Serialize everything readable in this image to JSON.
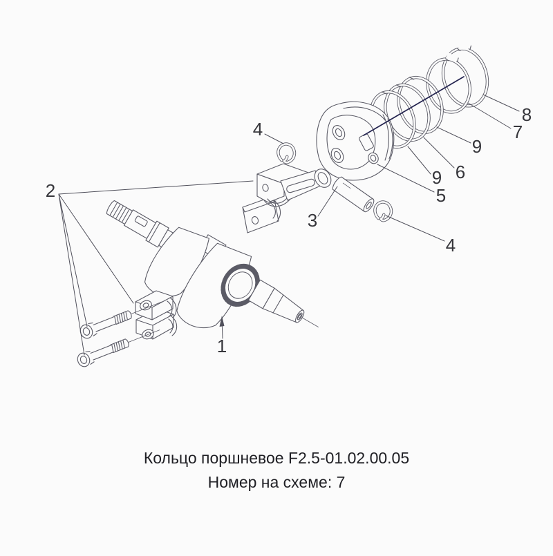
{
  "caption": {
    "line1": "Кольцо поршневое F2.5-01.02.00.05",
    "line2": "Номер на схеме: 7"
  },
  "callouts": {
    "c1": "1",
    "c2": "2",
    "c3": "3",
    "c4a": "4",
    "c4b": "4",
    "c5": "5",
    "c6": "6",
    "c7": "7",
    "c8": "8",
    "c9a": "9",
    "c9b": "9"
  },
  "colors": {
    "background": "#fbfbfb",
    "drawing_line": "#5b5b66",
    "label_text": "#36363b",
    "highlight_leader": "#23234f",
    "caption_text": "#1f1f24"
  }
}
